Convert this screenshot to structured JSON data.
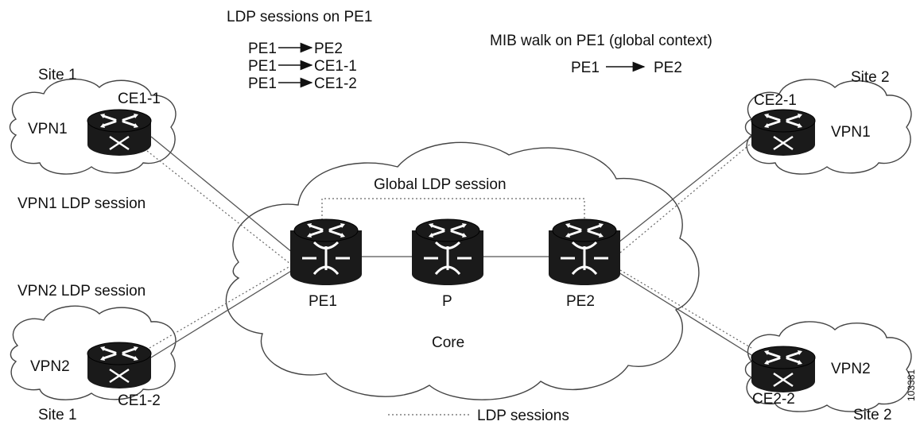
{
  "header": {
    "ldp_title": "LDP sessions on PE1",
    "ldp_sessions": [
      {
        "from": "PE1",
        "to": "PE2"
      },
      {
        "from": "PE1",
        "to": "CE1-1"
      },
      {
        "from": "PE1",
        "to": "CE1-2"
      }
    ],
    "mib_title": "MIB walk on PE1 (global context)",
    "mib_from": "PE1",
    "mib_to": "PE2"
  },
  "sites": {
    "top_left": {
      "site": "Site 1",
      "ce": "CE1-1",
      "vpn": "VPN1"
    },
    "bottom_left": {
      "site": "Site 1",
      "ce": "CE1-2",
      "vpn": "VPN2"
    },
    "top_right": {
      "site": "Site 2",
      "ce": "CE2-1",
      "vpn": "VPN1"
    },
    "bottom_right": {
      "site": "Site 2",
      "ce": "CE2-2",
      "vpn": "VPN2"
    }
  },
  "core": {
    "label": "Core",
    "global_session": "Global LDP session",
    "pe1": "PE1",
    "p": "P",
    "pe2": "PE2"
  },
  "sessions": {
    "vpn1": "VPN1 LDP session",
    "vpn2": "VPN2 LDP session"
  },
  "legend": {
    "ldp_sessions": "LDP sessions"
  },
  "figure_id": "103381"
}
